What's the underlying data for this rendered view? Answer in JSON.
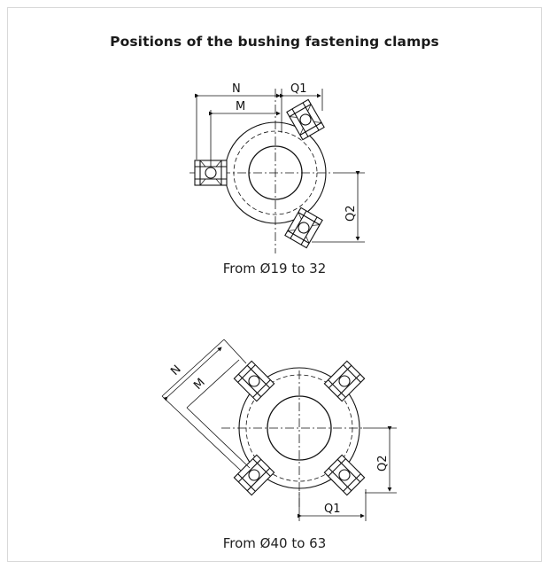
{
  "title": "Positions of the bushing fastening clamps",
  "diagram_top": {
    "caption": "From Ø19 to 32",
    "labels": {
      "n": "N",
      "m": "M",
      "q1": "Q1",
      "q2": "Q2"
    }
  },
  "diagram_bottom": {
    "caption": "From Ø40 to 63",
    "labels": {
      "n": "N",
      "m": "M",
      "q1": "Q1",
      "q2": "Q2"
    }
  }
}
